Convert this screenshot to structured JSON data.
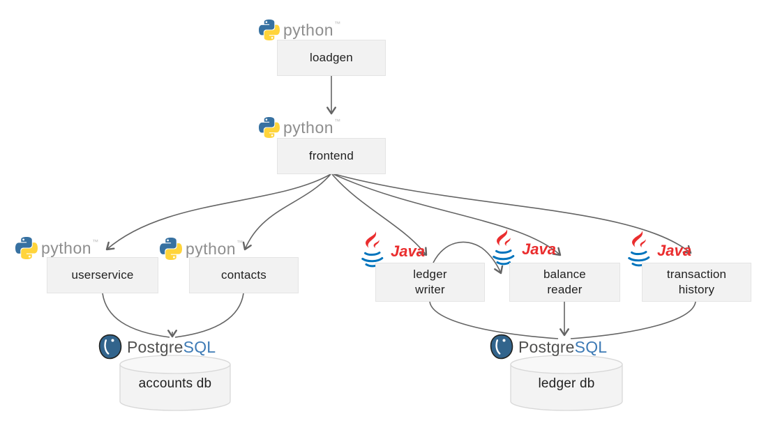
{
  "nodes": {
    "loadgen": {
      "label": "loadgen"
    },
    "frontend": {
      "label": "frontend"
    },
    "userservice": {
      "label": "userservice"
    },
    "contacts": {
      "label": "contacts"
    },
    "ledger_writer": {
      "label": "ledger\nwriter"
    },
    "balance_reader": {
      "label": "balance\nreader"
    },
    "transaction_history": {
      "label": "transaction\nhistory"
    },
    "accounts_db": {
      "label": "accounts db"
    },
    "ledger_db": {
      "label": "ledger db"
    }
  },
  "logos": {
    "python": {
      "wordmark": "python",
      "trademark": "™",
      "blue": "#3771a1",
      "yellow": "#ffd43b",
      "text_gray": "#8e8e8e"
    },
    "java": {
      "wordmark": "Java",
      "red": "#ea2d2e",
      "blue": "#0074bd"
    },
    "postgresql": {
      "wordmark_gray": "Postgre",
      "wordmark_blue": "SQL",
      "elephant_blue": "#32648c",
      "text_gray": "#50504f",
      "text_blue": "#3d7ab5"
    }
  },
  "edges": [
    {
      "from": "loadgen",
      "to": "frontend"
    },
    {
      "from": "frontend",
      "to": "userservice"
    },
    {
      "from": "frontend",
      "to": "contacts"
    },
    {
      "from": "frontend",
      "to": "ledger_writer"
    },
    {
      "from": "frontend",
      "to": "balance_reader"
    },
    {
      "from": "frontend",
      "to": "transaction_history"
    },
    {
      "from": "ledger_writer",
      "to": "balance_reader"
    },
    {
      "from": "userservice",
      "to": "accounts_db"
    },
    {
      "from": "contacts",
      "to": "accounts_db"
    },
    {
      "from": "ledger_writer",
      "to": "ledger_db"
    },
    {
      "from": "balance_reader",
      "to": "ledger_db"
    },
    {
      "from": "transaction_history",
      "to": "ledger_db"
    }
  ],
  "colors": {
    "arrow": "#646464",
    "box_fill": "#f2f2f2",
    "box_border": "#e4e4e4",
    "box_text": "#1f1f1f",
    "cylinder_fill": "#f3f3f3",
    "cylinder_top_fill": "#f8f8f8",
    "cylinder_border": "#d8d8d8"
  }
}
